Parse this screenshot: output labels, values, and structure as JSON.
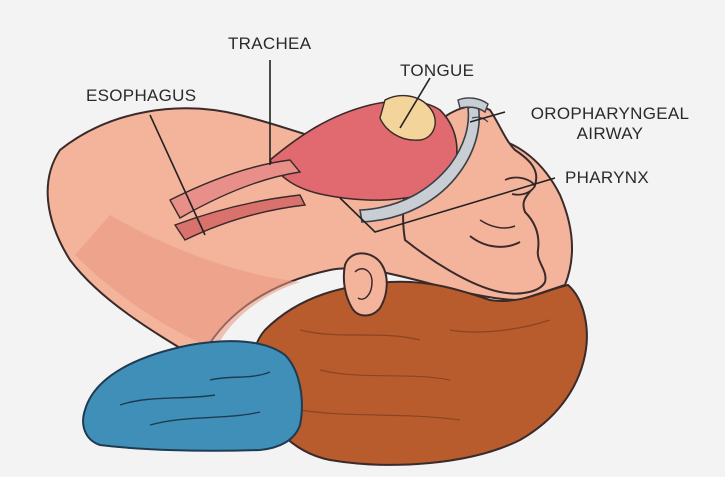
{
  "diagram": {
    "labels": {
      "trachea": "TRACHEA",
      "esophagus": "ESOPHAGUS",
      "tongue": "TONGUE",
      "oropharyngeal_airway_line1": "OROPHARYNGEAL",
      "oropharyngeal_airway_line2": "AIRWAY",
      "pharynx": "PHARYNX"
    },
    "colors": {
      "background": "#f3f3f3",
      "skin": "#f4b49c",
      "skin_dark": "#e79580",
      "tissue": "#e06a70",
      "hair": "#b85c2e",
      "pillow": "#3f8fb8",
      "airway_device": "#c9cdd4",
      "tongue_highlight": "#f3d49a",
      "outline": "#3a2a2a"
    }
  }
}
